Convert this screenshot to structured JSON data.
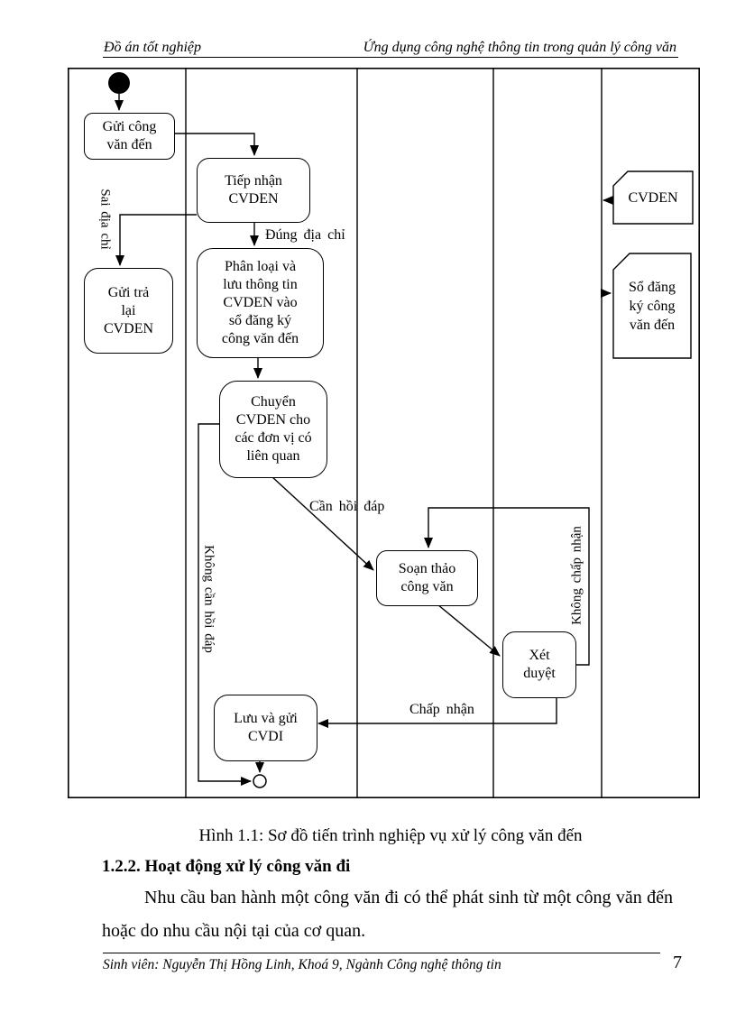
{
  "header": {
    "left": "Đồ án tốt nghiệp",
    "right": "Ứng dụng công nghệ thông tin trong quản lý công văn"
  },
  "diagram": {
    "nodes": {
      "gui_cong_van_den": "Gửi công\nvăn đến",
      "tiep_nhan_cvden": "Tiếp nhận\nCVDEN",
      "gui_tra_lai_cvden": "Gửi trả\nlại\nCVDEN",
      "phan_loai": "Phân loại và\nlưu thông tin\nCVDEN vào\nsổ đăng ký\ncông văn đến",
      "chuyen_cvden": "Chuyển\nCVDEN cho\ncác đơn vị có\nliên quan",
      "soan_thao": "Soạn thảo\ncông văn",
      "xet_duyet": "Xét\nduyệt",
      "luu_va_gui_cvdi": "Lưu và gửi\nCVDI"
    },
    "documents": {
      "cvden": "CVDEN",
      "so_dang_ky": "Sổ đăng\nký công\nvăn đến"
    },
    "edge_labels": {
      "dung_dia_chi": "Đúng địa chỉ",
      "sai_dia_chi": "Sai địa chỉ",
      "can_hoi_dap": "Cần hồi đáp",
      "khong_can_hoi_dap": "Không cần hồi đáp",
      "khong_chap_nhan": "Không chấp nhận",
      "chap_nhan": "Chấp nhận"
    }
  },
  "caption": "Hình 1.1: Sơ đồ tiến trình nghiệp vụ xử lý công văn đến",
  "section": {
    "heading": "1.2.2. Hoạt động xử lý công văn đi",
    "paragraph": "Nhu cầu ban hành một công văn đi có thể phát sinh từ một công văn đến hoặc do nhu cầu nội tại của cơ quan."
  },
  "footer": {
    "text": "Sinh viên: Nguyễn Thị Hồng Linh, Khoá 9, Ngành Công nghệ thông tin",
    "page_number": "7"
  },
  "colors": {
    "ink": "#000000",
    "paper": "#ffffff"
  }
}
